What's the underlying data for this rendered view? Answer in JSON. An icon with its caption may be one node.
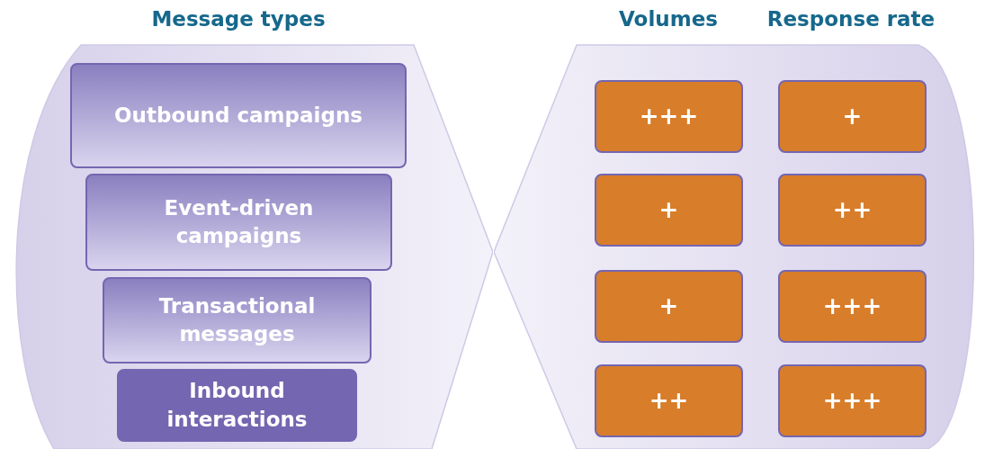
{
  "diagram": {
    "nodes": [
      {
        "text": [
          "Message types"
        ]
      },
      {
        "text": [
          "Outbound campaigns"
        ],
        "in": 0
      },
      {
        "text": [
          "Event-driven campaigns"
        ],
        "in": 0
      },
      {
        "text": [
          "Transactional messages"
        ],
        "in": 0
      },
      {
        "text": [
          "Inbound interactions"
        ],
        "in": 0
      },
      {
        "text": [
          "Volumes",
          "Response rate"
        ]
      },
      {
        "text": [
          "+++"
        ],
        "in": 5
      },
      {
        "text": [
          "+"
        ],
        "in": 5
      },
      {
        "text": [
          "+"
        ],
        "in": 5
      },
      {
        "text": [
          "++"
        ],
        "in": 5
      },
      {
        "text": [
          "+"
        ],
        "in": 5
      },
      {
        "text": [
          "+++"
        ],
        "in": 5
      },
      {
        "text": [
          "++"
        ],
        "in": 5
      },
      {
        "text": [
          "+++"
        ],
        "in": 5
      }
    ]
  }
}
